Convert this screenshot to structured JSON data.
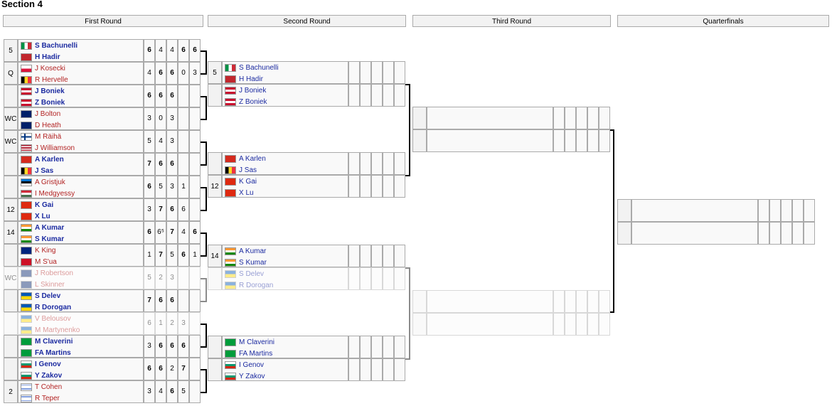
{
  "section_title": "Section 4",
  "round_headers": [
    "First Round",
    "Second Round",
    "Third Round",
    "Quarterfinals"
  ],
  "first_round": [
    {
      "seed": "5",
      "p": [
        {
          "n": "S Bachunelli",
          "f": "ita",
          "c": "win"
        },
        {
          "n": "H Hadir",
          "f": "mar",
          "c": "win"
        }
      ],
      "s": [
        {
          "v": "6",
          "w": true
        },
        {
          "v": "4",
          "w": false
        },
        {
          "v": "4",
          "w": false
        },
        {
          "v": "6",
          "w": true
        },
        {
          "v": "6",
          "w": true
        }
      ]
    },
    {
      "seed": "Q",
      "p": [
        {
          "n": "J Kosecki",
          "f": "pol",
          "c": "lose"
        },
        {
          "n": "R Hervelle",
          "f": "bel",
          "c": "lose"
        }
      ],
      "s": [
        {
          "v": "4",
          "w": false
        },
        {
          "v": "6",
          "w": true
        },
        {
          "v": "6",
          "w": true
        },
        {
          "v": "0",
          "w": false
        },
        {
          "v": "3",
          "w": false
        }
      ]
    },
    {
      "seed": "",
      "p": [
        {
          "n": "J Boniek",
          "f": "aut",
          "c": "win"
        },
        {
          "n": "Z Boniek",
          "f": "aut",
          "c": "win"
        }
      ],
      "s": [
        {
          "v": "6",
          "w": true
        },
        {
          "v": "6",
          "w": true
        },
        {
          "v": "6",
          "w": true
        },
        {
          "v": "",
          "w": false
        },
        {
          "v": "",
          "w": false
        }
      ]
    },
    {
      "seed": "WC",
      "p": [
        {
          "n": "J Bolton",
          "f": "gbr",
          "c": "lose"
        },
        {
          "n": "D Heath",
          "f": "gbr",
          "c": "lose"
        }
      ],
      "s": [
        {
          "v": "3",
          "w": false
        },
        {
          "v": "0",
          "w": false
        },
        {
          "v": "3",
          "w": false
        },
        {
          "v": "",
          "w": false
        },
        {
          "v": "",
          "w": false
        }
      ]
    },
    {
      "seed": "WC",
      "p": [
        {
          "n": "M Räihä",
          "f": "fin",
          "c": "lose"
        },
        {
          "n": "J Williamson",
          "f": "usa",
          "c": "lose"
        }
      ],
      "s": [
        {
          "v": "5",
          "w": false
        },
        {
          "v": "4",
          "w": false
        },
        {
          "v": "3",
          "w": false
        },
        {
          "v": "",
          "w": false
        },
        {
          "v": "",
          "w": false
        }
      ]
    },
    {
      "seed": "",
      "p": [
        {
          "n": "A Karlen",
          "f": "sui",
          "c": "win"
        },
        {
          "n": "J Sas",
          "f": "bel",
          "c": "win"
        }
      ],
      "s": [
        {
          "v": "7",
          "w": true
        },
        {
          "v": "6",
          "w": true
        },
        {
          "v": "6",
          "w": true
        },
        {
          "v": "",
          "w": false
        },
        {
          "v": "",
          "w": false
        }
      ]
    },
    {
      "seed": "",
      "p": [
        {
          "n": "A Gristjuk",
          "f": "est",
          "c": "lose"
        },
        {
          "n": "I Medgyessy",
          "f": "hun",
          "c": "lose"
        }
      ],
      "s": [
        {
          "v": "6",
          "w": true
        },
        {
          "v": "5",
          "w": false
        },
        {
          "v": "3",
          "w": false
        },
        {
          "v": "1",
          "w": false
        },
        {
          "v": "",
          "w": false
        }
      ]
    },
    {
      "seed": "12",
      "p": [
        {
          "n": "K Gai",
          "f": "chn",
          "c": "win"
        },
        {
          "n": "X Lu",
          "f": "chn",
          "c": "win"
        }
      ],
      "s": [
        {
          "v": "3",
          "w": false
        },
        {
          "v": "7",
          "w": true
        },
        {
          "v": "6",
          "w": true
        },
        {
          "v": "6",
          "w": false
        },
        {
          "v": "",
          "w": false
        }
      ]
    },
    {
      "seed": "14",
      "p": [
        {
          "n": "A Kumar",
          "f": "ind",
          "c": "win"
        },
        {
          "n": "S Kumar",
          "f": "ind",
          "c": "win"
        }
      ],
      "s": [
        {
          "v": "6",
          "w": true
        },
        {
          "v": "6⁵",
          "w": false
        },
        {
          "v": "7",
          "w": true
        },
        {
          "v": "4",
          "w": false
        },
        {
          "v": "6",
          "w": true
        }
      ]
    },
    {
      "seed": "",
      "p": [
        {
          "n": "K King",
          "f": "nzl",
          "c": "lose"
        },
        {
          "n": "M S'ua",
          "f": "sam",
          "c": "lose"
        }
      ],
      "s": [
        {
          "v": "1",
          "w": false
        },
        {
          "v": "7",
          "w": true
        },
        {
          "v": "5",
          "w": false
        },
        {
          "v": "6",
          "w": true
        },
        {
          "v": "1",
          "w": false
        }
      ]
    },
    {
      "seed": "WC",
      "p": [
        {
          "n": "J Robertson",
          "f": "gbr",
          "c": "lose"
        },
        {
          "n": "L Skinner",
          "f": "gbr",
          "c": "lose"
        }
      ],
      "s": [
        {
          "v": "5",
          "w": false
        },
        {
          "v": "2",
          "w": false
        },
        {
          "v": "3",
          "w": false
        },
        {
          "v": "",
          "w": false
        },
        {
          "v": "",
          "w": false
        }
      ]
    },
    {
      "seed": "",
      "p": [
        {
          "n": "S Delev",
          "f": "ukr",
          "c": "win"
        },
        {
          "n": "R Dorogan",
          "f": "ukr",
          "c": "win"
        }
      ],
      "s": [
        {
          "v": "7",
          "w": true
        },
        {
          "v": "6",
          "w": true
        },
        {
          "v": "6",
          "w": true
        },
        {
          "v": "",
          "w": false
        },
        {
          "v": "",
          "w": false
        }
      ]
    },
    {
      "seed": "",
      "p": [
        {
          "n": "V Belousov",
          "f": "ukr",
          "c": "lose"
        },
        {
          "n": "M Martynenko",
          "f": "ukr",
          "c": "lose"
        }
      ],
      "s": [
        {
          "v": "6",
          "w": false
        },
        {
          "v": "1",
          "w": false
        },
        {
          "v": "2",
          "w": false
        },
        {
          "v": "3",
          "w": false
        },
        {
          "v": "",
          "w": false
        }
      ]
    },
    {
      "seed": "",
      "p": [
        {
          "n": "M Claverini",
          "f": "bra",
          "c": "win"
        },
        {
          "n": "FA Martins",
          "f": "bra",
          "c": "win"
        }
      ],
      "s": [
        {
          "v": "3",
          "w": false
        },
        {
          "v": "6",
          "w": true
        },
        {
          "v": "6",
          "w": true
        },
        {
          "v": "6",
          "w": true
        },
        {
          "v": "",
          "w": false
        }
      ]
    },
    {
      "seed": "",
      "p": [
        {
          "n": "I Genov",
          "f": "bul",
          "c": "win"
        },
        {
          "n": "Y Zakov",
          "f": "bul",
          "c": "win"
        }
      ],
      "s": [
        {
          "v": "6",
          "w": true
        },
        {
          "v": "6",
          "w": true
        },
        {
          "v": "2",
          "w": false
        },
        {
          "v": "7",
          "w": true
        },
        {
          "v": "",
          "w": false
        }
      ]
    },
    {
      "seed": "2",
      "p": [
        {
          "n": "T Cohen",
          "f": "isr",
          "c": "lose"
        },
        {
          "n": "R Teper",
          "f": "isr",
          "c": "lose"
        }
      ],
      "s": [
        {
          "v": "3",
          "w": false
        },
        {
          "v": "4",
          "w": false
        },
        {
          "v": "6",
          "w": true
        },
        {
          "v": "5",
          "w": false
        },
        {
          "v": "",
          "w": false
        }
      ]
    }
  ],
  "second_round": [
    {
      "seed": "5",
      "p": [
        {
          "n": "S Bachunelli",
          "f": "ita",
          "c": "plain"
        },
        {
          "n": "H Hadir",
          "f": "mar",
          "c": "plain"
        }
      ]
    },
    {
      "seed": "",
      "p": [
        {
          "n": "J Boniek",
          "f": "aut",
          "c": "plain"
        },
        {
          "n": "Z Boniek",
          "f": "aut",
          "c": "plain"
        }
      ]
    },
    {
      "seed": "",
      "p": [
        {
          "n": "A Karlen",
          "f": "sui",
          "c": "plain"
        },
        {
          "n": "J Sas",
          "f": "bel",
          "c": "plain"
        }
      ]
    },
    {
      "seed": "12",
      "p": [
        {
          "n": "K Gai",
          "f": "chn",
          "c": "plain"
        },
        {
          "n": "X Lu",
          "f": "chn",
          "c": "plain"
        }
      ]
    },
    {
      "seed": "14",
      "p": [
        {
          "n": "A Kumar",
          "f": "ind",
          "c": "plain"
        },
        {
          "n": "S Kumar",
          "f": "ind",
          "c": "plain"
        }
      ]
    },
    {
      "seed": "",
      "p": [
        {
          "n": "S Delev",
          "f": "ukr",
          "c": "plain"
        },
        {
          "n": "R Dorogan",
          "f": "ukr",
          "c": "plain"
        }
      ]
    },
    {
      "seed": "",
      "p": [
        {
          "n": "M Claverini",
          "f": "bra",
          "c": "plain"
        },
        {
          "n": "FA Martins",
          "f": "bra",
          "c": "plain"
        }
      ]
    },
    {
      "seed": "",
      "p": [
        {
          "n": "I Genov",
          "f": "bul",
          "c": "plain"
        },
        {
          "n": "Y Zakov",
          "f": "bul",
          "c": "plain"
        }
      ]
    }
  ],
  "colors": {
    "winner_name": "#1b2aa0",
    "loser_name": "#b22222",
    "cell_bg": "#f9f9f9",
    "seed_bg": "#f2f2f2",
    "border": "#aaaaaa"
  }
}
